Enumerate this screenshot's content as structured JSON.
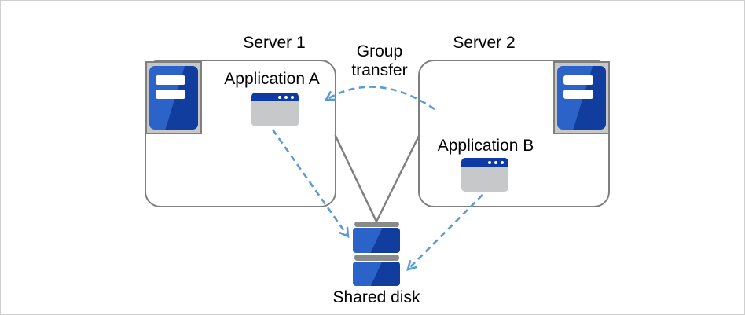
{
  "colors": {
    "accent_blue": "#5b9bd5",
    "box_border_gray": "#7f7f7f",
    "icon_bg_gray": "#c7c7c7",
    "window_body_gray": "#c6c8c9",
    "disk_cap_gray": "#8a8a8a",
    "blue_light": "#2c63c9",
    "blue_dark": "#113d9e",
    "titlebar_blue": "#0d3ba3",
    "text_color": "#000000",
    "canvas_border": "#cfcfcf"
  },
  "labels": {
    "server1": "Server 1",
    "server2": "Server 2",
    "application_a": "Application A",
    "application_b": "Application B",
    "group_transfer_line1": "Group",
    "group_transfer_line2": "transfer",
    "shared_disk": "Shared disk"
  }
}
